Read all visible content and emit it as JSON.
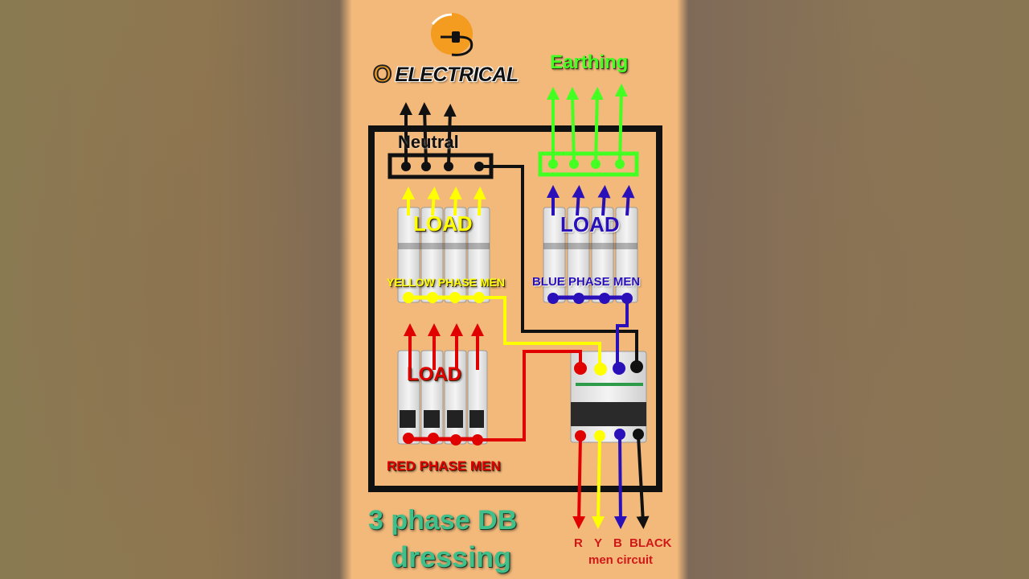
{
  "brand": {
    "initial": "O",
    "name": "ELECTRICAL"
  },
  "labels": {
    "earthing": "Earthing",
    "neutral": "Neutral",
    "load_yellow": "LOAD",
    "load_blue": "LOAD",
    "load_red": "LOAD",
    "yellow_phase": "YELLOW PHASE MEN",
    "blue_phase": "BLUE PHASE MEN",
    "red_phase": "RED PHASE MEN"
  },
  "title": {
    "line1": "3 phase DB",
    "line2": "dressing"
  },
  "main_circuit": {
    "r": "R",
    "y": "Y",
    "b": "B",
    "black": "BLACK",
    "caption": "men circuit"
  },
  "colors": {
    "yellow": "#ffff00",
    "blue": "#2a10b8",
    "red": "#e00000",
    "green": "#44ff22",
    "black": "#111111",
    "title": "#3fc08a",
    "caption": "#d01818"
  }
}
